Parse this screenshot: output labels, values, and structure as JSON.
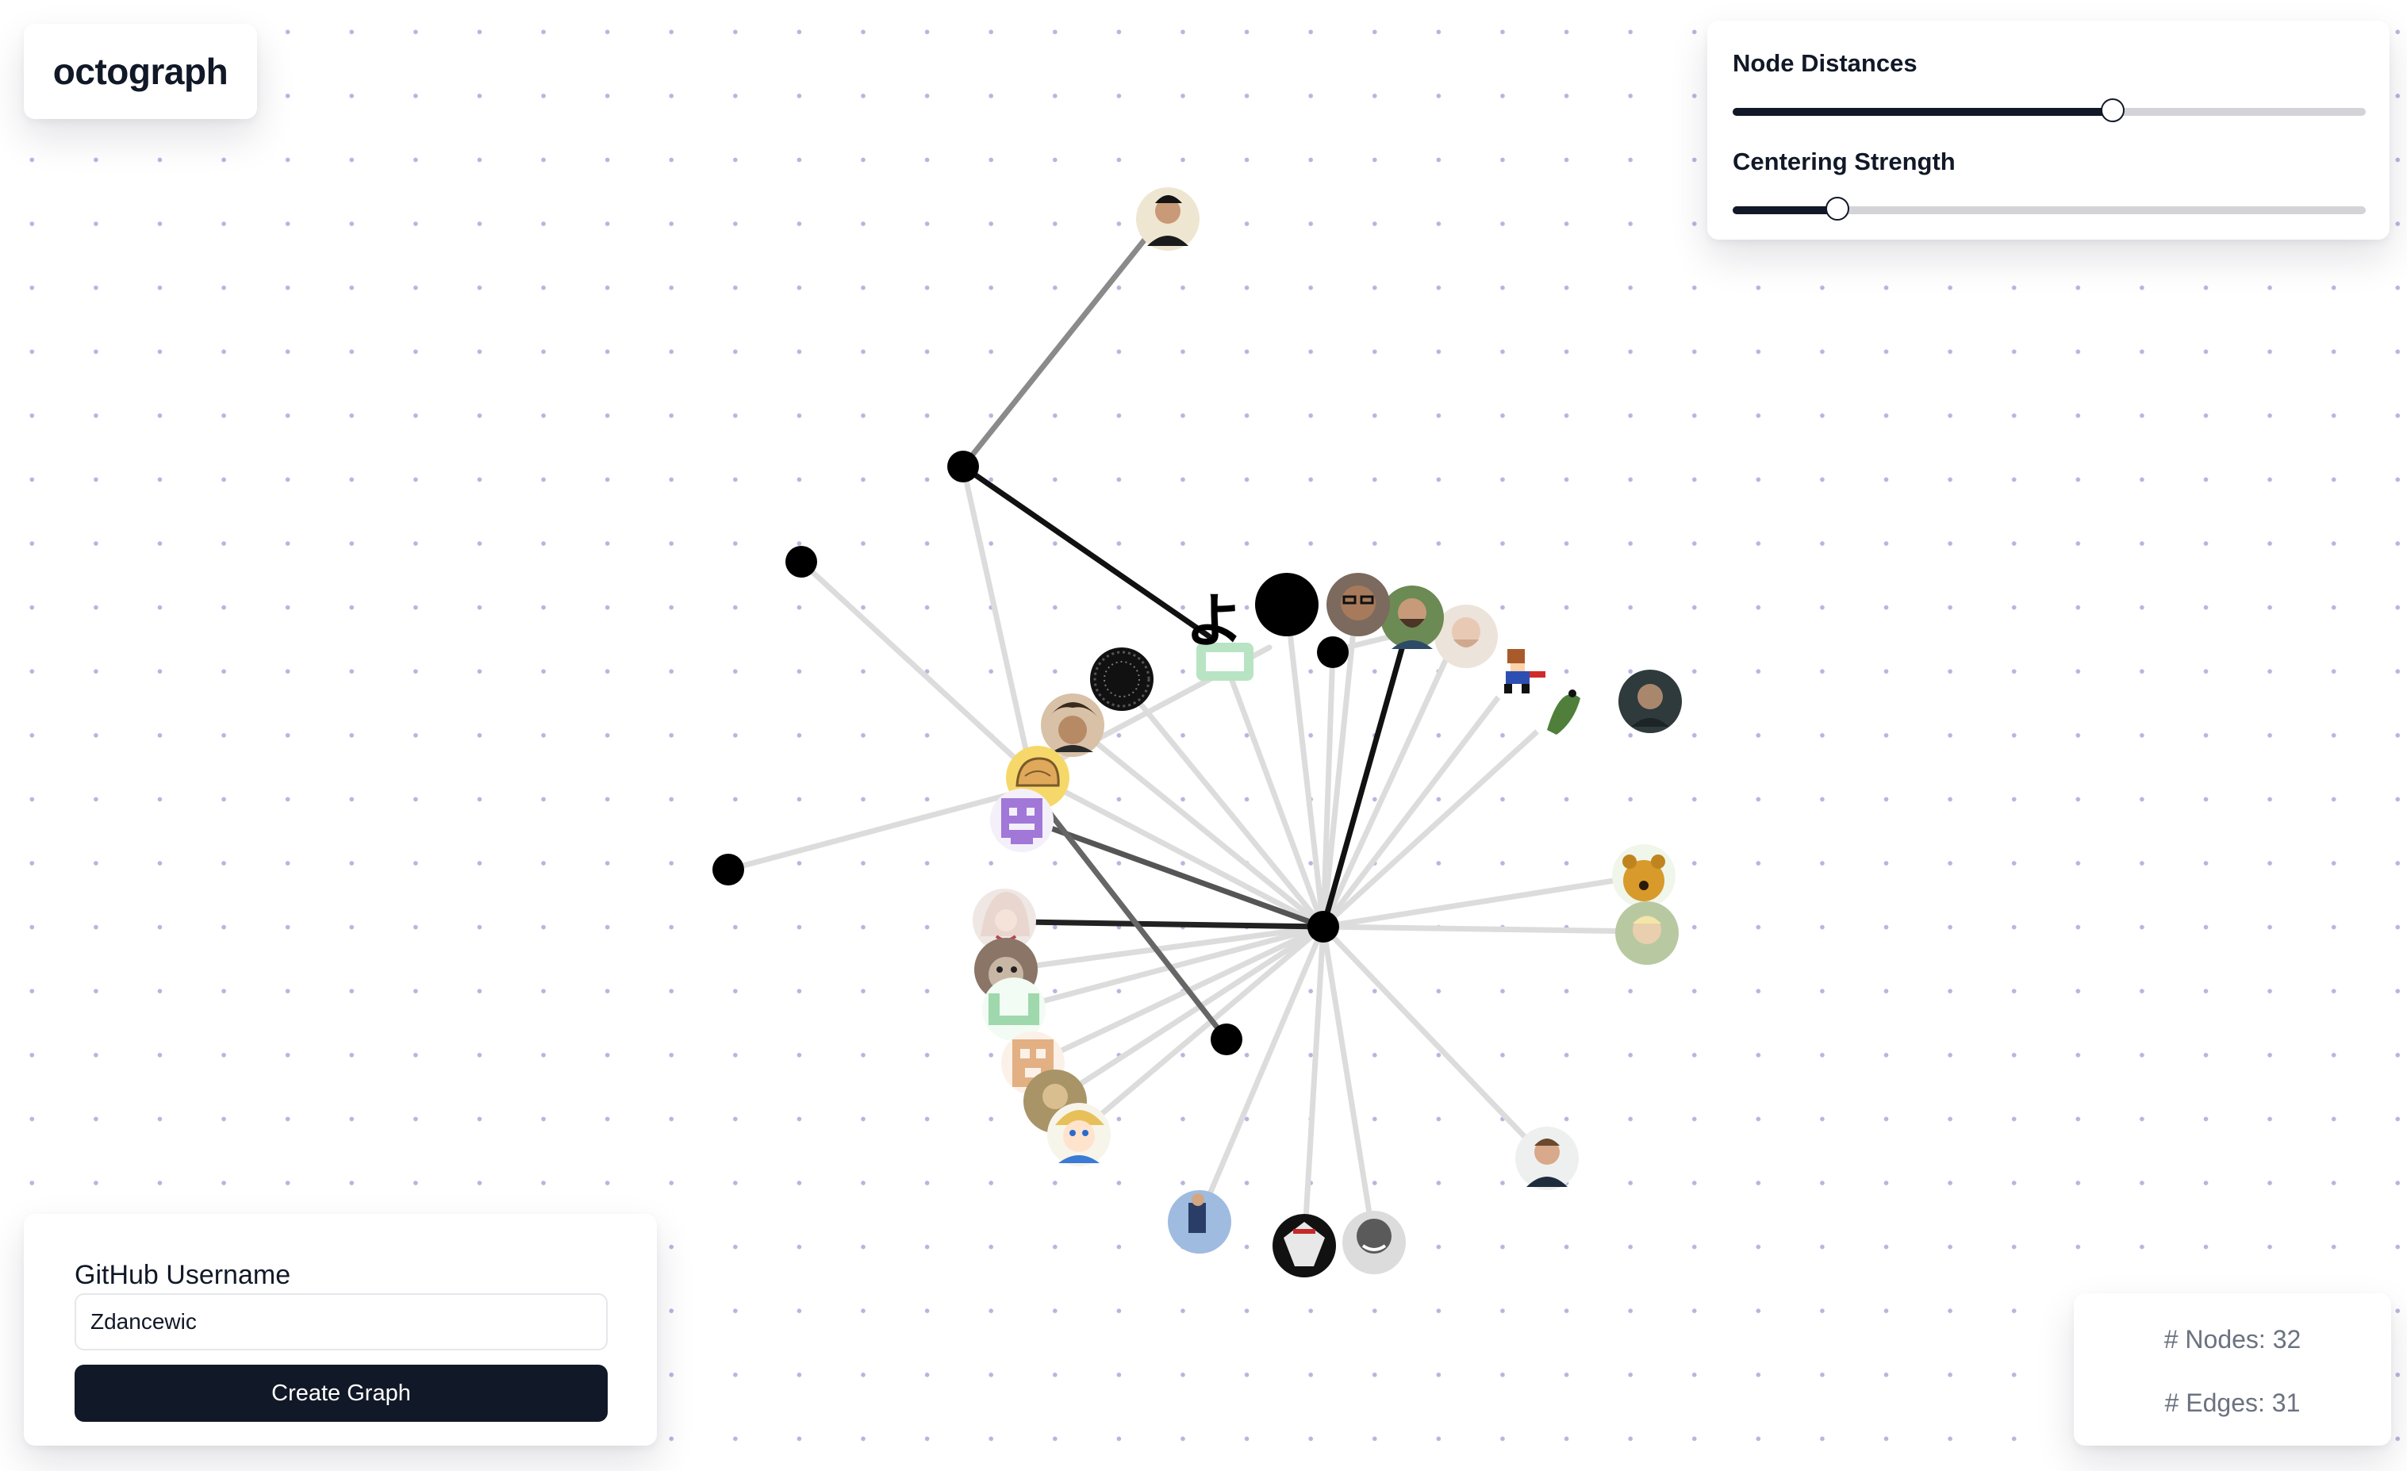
{
  "app": {
    "title": "octograph"
  },
  "settings": {
    "node_distances": {
      "label": "Node Distances",
      "value_fraction": 0.6
    },
    "centering_strength": {
      "label": "Centering Strength",
      "value_fraction": 0.165
    }
  },
  "input_panel": {
    "label": "GitHub Username",
    "username_value": "Zdancewic",
    "button_label": "Create Graph"
  },
  "stats": {
    "nodes": "# Nodes: 32",
    "edges": "# Edges: 31"
  },
  "graph": {
    "node_glyph": "よ",
    "colors": {
      "background_dot": "#b9b4e0",
      "edge_light": "#dcdcdc",
      "edge_dark": "#111111",
      "node": "#000000",
      "accent_dark": "#111827"
    }
  }
}
